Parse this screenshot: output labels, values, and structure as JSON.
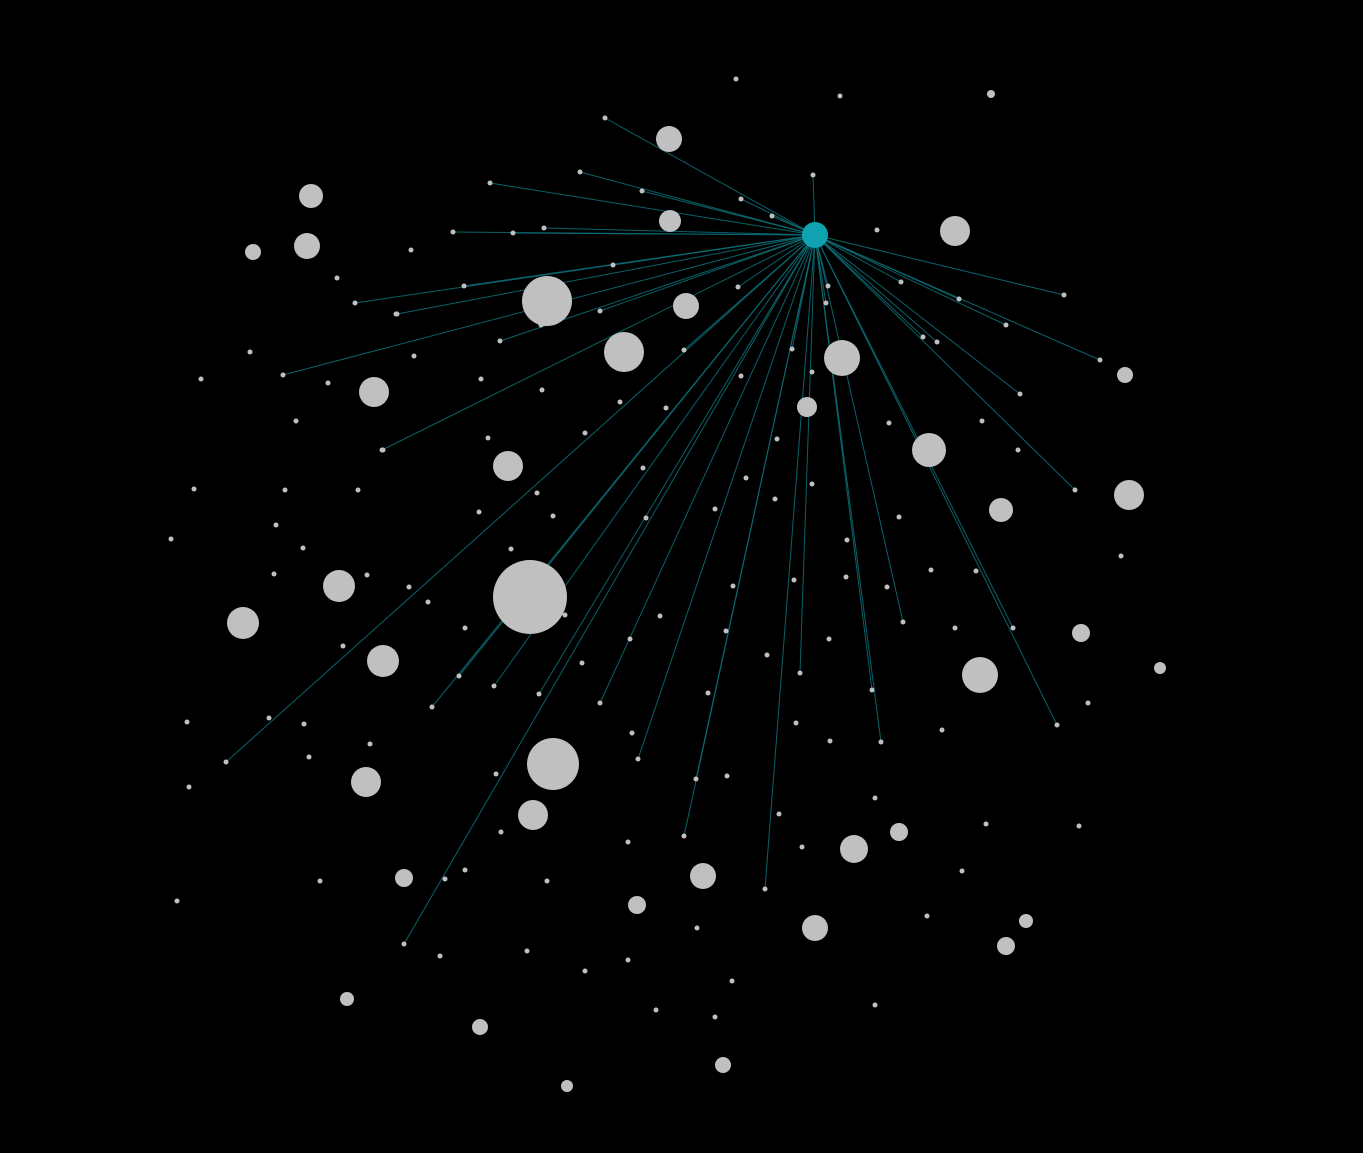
{
  "colors": {
    "background": "#000000",
    "node": "#c0c0c0",
    "highlight": "#0fa3b1",
    "edge": "#0b6b74"
  },
  "graph": {
    "layout": "force-directed",
    "highlighted_node": "hub",
    "edge_count": 50,
    "node_count": 230
  }
}
